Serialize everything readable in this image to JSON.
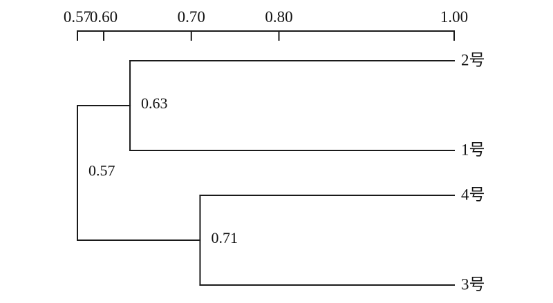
{
  "figure": {
    "title": "",
    "background": "#ffffff"
  },
  "chart_data": {
    "type": "dendrogram",
    "orientation": "right-to-left-merging",
    "axis": {
      "position": "top",
      "min": 0.57,
      "max": 1.0,
      "ticks": [
        0.57,
        0.6,
        0.7,
        0.8,
        1.0
      ],
      "tick_labels": [
        "0.57",
        "0.60",
        "0.70",
        "0.80",
        "1.00"
      ]
    },
    "leaves": [
      "2号",
      "1号",
      "4号",
      "3号"
    ],
    "merges": [
      {
        "id": "A",
        "children": [
          "leaf:0",
          "leaf:1"
        ],
        "value": 0.63,
        "label": "0.63"
      },
      {
        "id": "B",
        "children": [
          "leaf:2",
          "leaf:3"
        ],
        "value": 0.71,
        "label": "0.71"
      },
      {
        "id": "C",
        "children": [
          "merge:A",
          "merge:B"
        ],
        "value": 0.57,
        "label": "0.57"
      }
    ],
    "line_color": "#1a1a1a",
    "background": "#ffffff",
    "grid": false,
    "legend": false
  }
}
